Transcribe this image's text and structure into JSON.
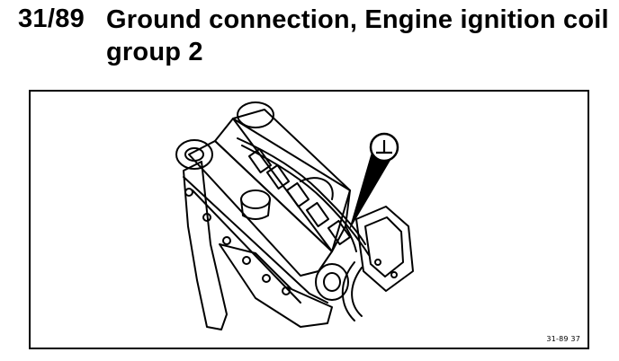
{
  "section": {
    "number": "31/89",
    "title": "Ground connection, Engine ignition coil group 2"
  },
  "figure": {
    "code": "31-89 37",
    "callout_symbol": "ground-symbol"
  }
}
